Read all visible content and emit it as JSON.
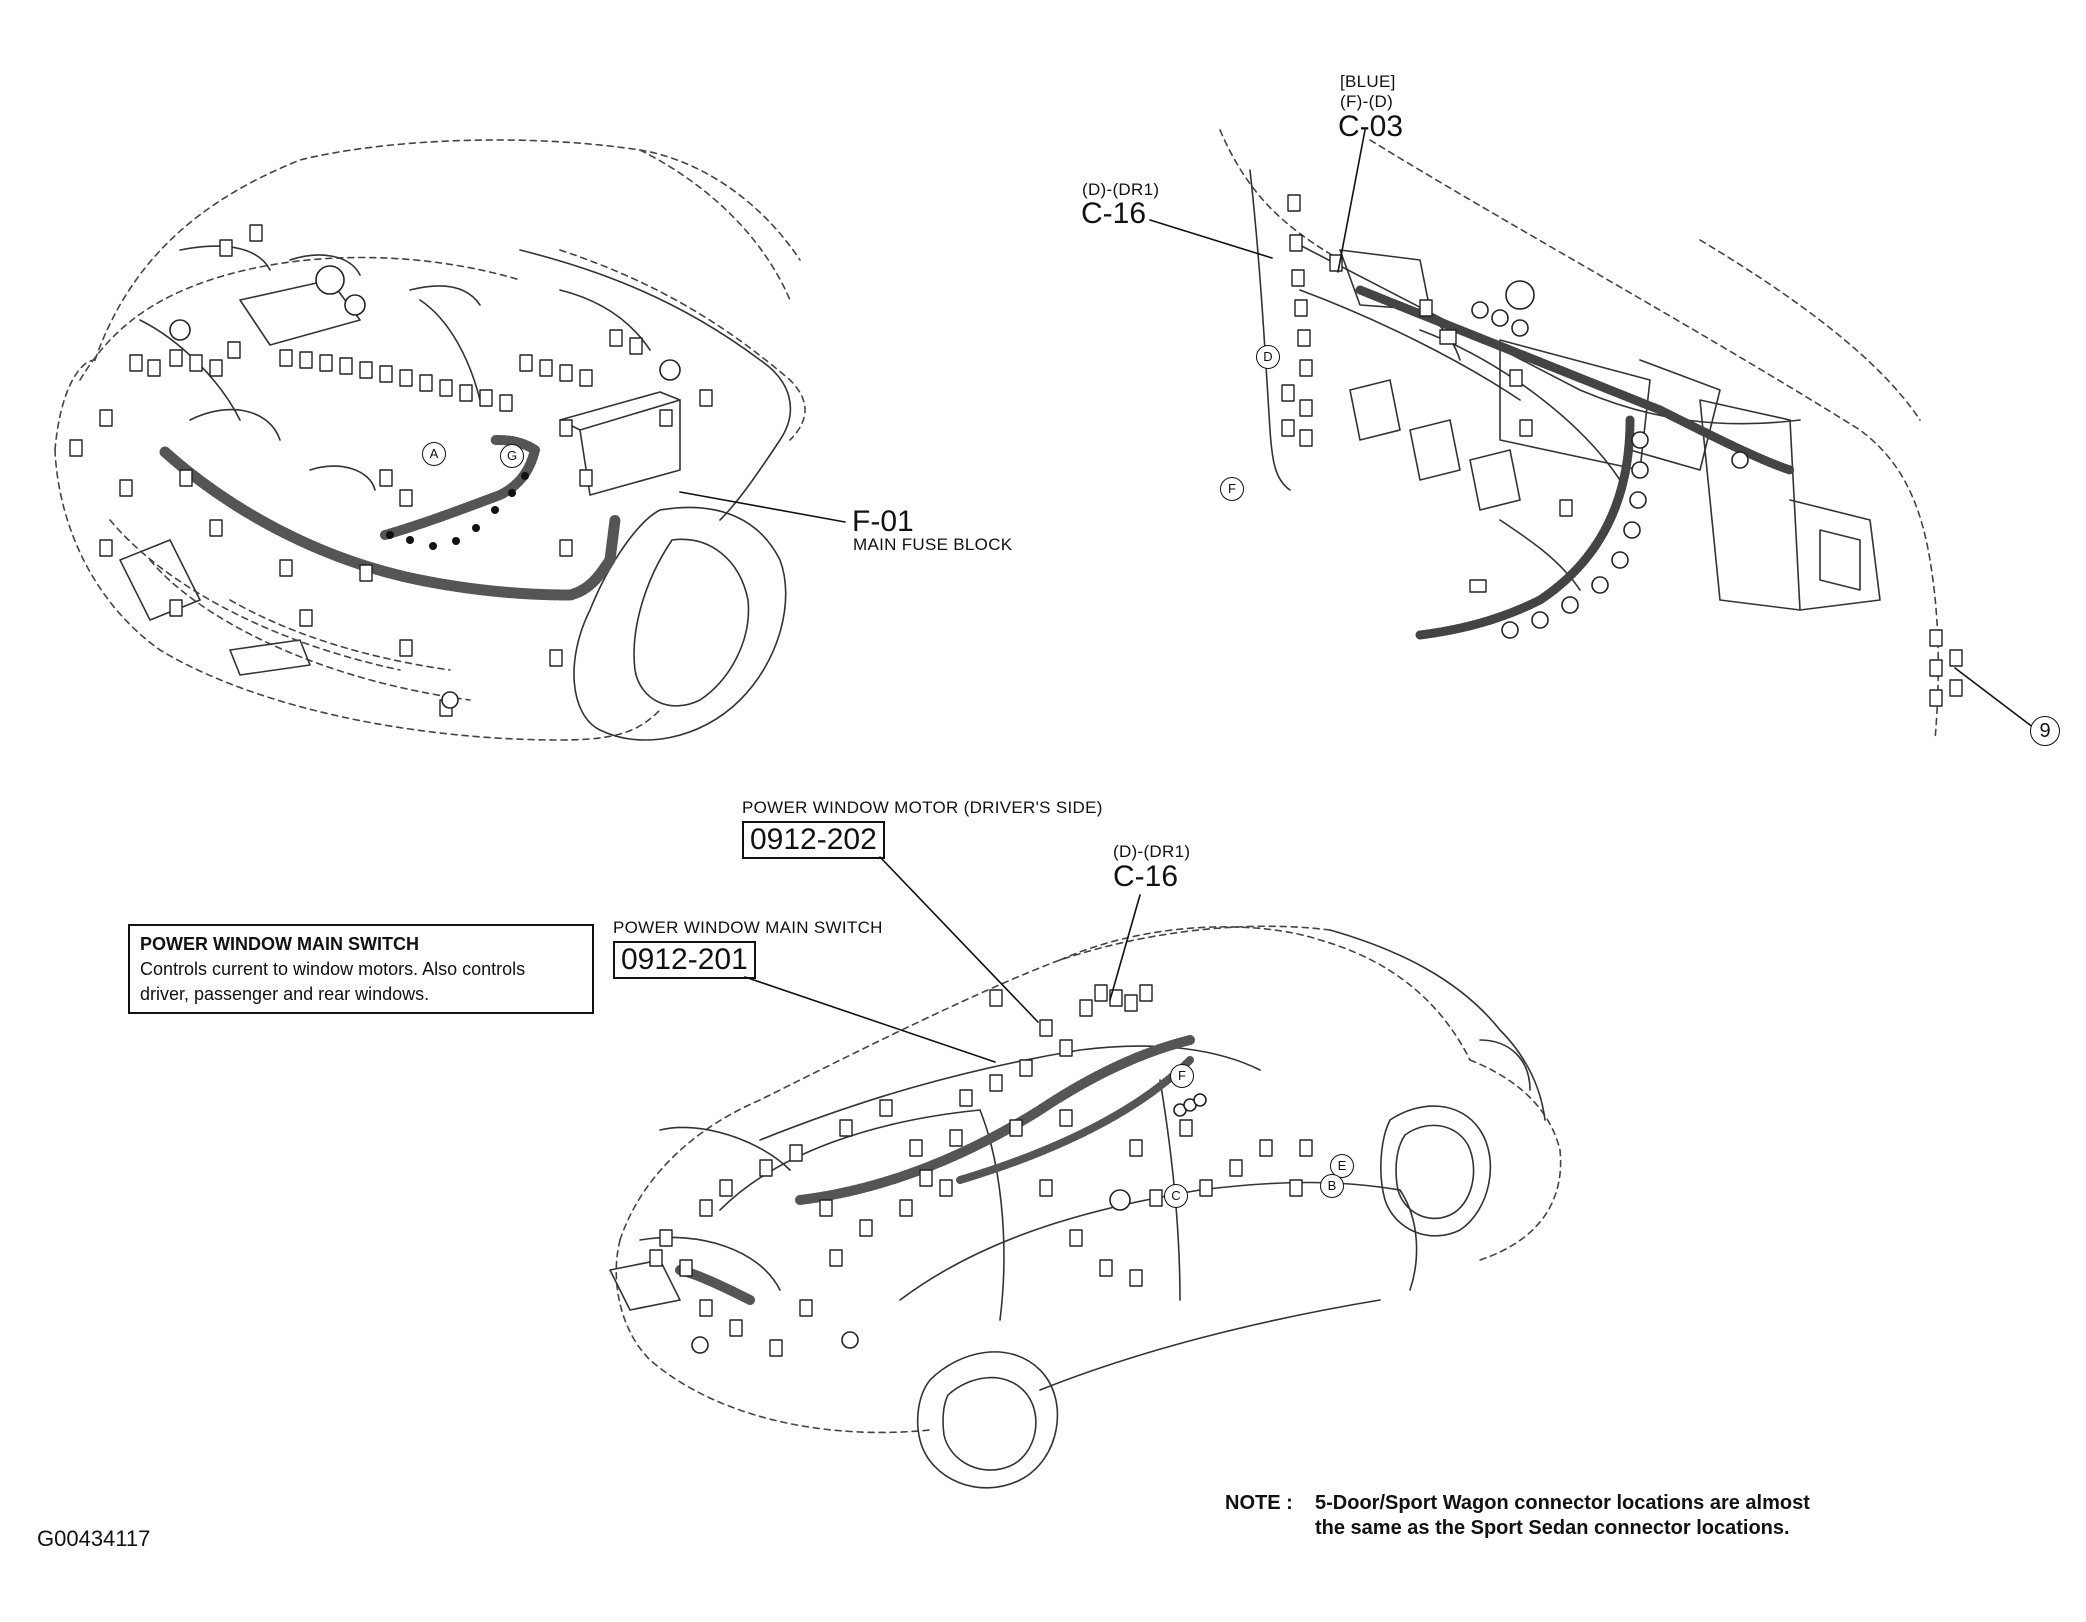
{
  "labels": {
    "f01_code": "F-01",
    "f01_name": "MAIN FUSE BLOCK",
    "c03_color": "[BLUE]",
    "c03_pins": "(F)-(D)",
    "c03_code": "C-03",
    "c16_pins_top": "(D)-(DR1)",
    "c16_code_top": "C-16",
    "pwm_driver_label": "POWER WINDOW MOTOR (DRIVER'S SIDE)",
    "pwm_driver_code": "0912-202",
    "c16_pins_bottom": "(D)-(DR1)",
    "c16_code_bottom": "C-16",
    "pws_label": "POWER WINDOW MAIN SWITCH",
    "pws_code": "0912-201"
  },
  "callout": {
    "title": "POWER WINDOW MAIN SWITCH",
    "line1": "Controls current to window motors. Also controls",
    "line2": "driver, passenger and rear windows."
  },
  "markers": {
    "A": "A",
    "G": "G",
    "D": "D",
    "F_dash": "F",
    "nine": "9",
    "F_car": "F",
    "E": "E",
    "B": "B",
    "C": "C"
  },
  "note": {
    "prefix": "NOTE :",
    "line1": "5-Door/Sport Wagon connector locations are almost",
    "line2": "the same as the Sport Sedan connector locations."
  },
  "figure_id": "G00434117"
}
